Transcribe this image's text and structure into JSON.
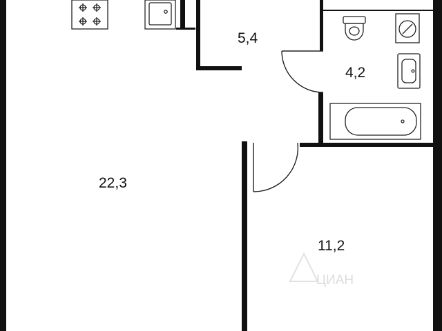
{
  "rooms": [
    {
      "id": "living",
      "area": "22,3"
    },
    {
      "id": "kitchen",
      "area": "5,4"
    },
    {
      "id": "bathroom",
      "area": "4,2"
    },
    {
      "id": "bedroom",
      "area": "11,2"
    }
  ],
  "watermark": {
    "text": "ЦИАН"
  },
  "colors": {
    "wall": "#111111",
    "fixture_stroke": "#222222",
    "background": "#ffffff",
    "watermark": "#dcdcdc"
  },
  "icons": [
    "stove-icon",
    "sink-icon",
    "toilet-icon",
    "washing-machine-icon",
    "washbasin-icon",
    "bathtub-icon"
  ]
}
